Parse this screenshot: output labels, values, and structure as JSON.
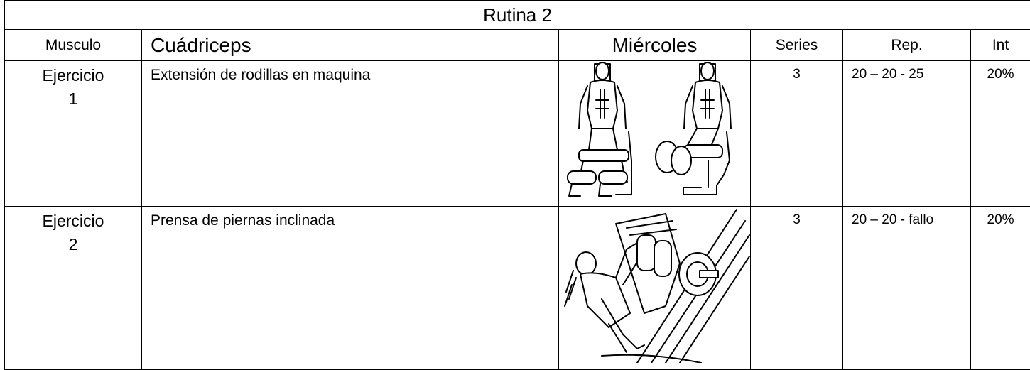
{
  "title": "Rutina  2",
  "header": {
    "muscle_label": "Musculo",
    "muscle_value": "Cuádriceps",
    "day": "Miércoles",
    "series_label": "Series",
    "rep_label": "Rep.",
    "int_label": "Int"
  },
  "exercises": [
    {
      "label_line1": "Ejercicio",
      "label_line2": "1",
      "name": "Extensión de rodillas en maquina",
      "image_icon": "leg-extension-illustration",
      "series": "3",
      "reps": "20 – 20 - 25",
      "intensity": "20%"
    },
    {
      "label_line1": "Ejercicio",
      "label_line2": "2",
      "name": "Prensa de piernas inclinada",
      "image_icon": "leg-press-illustration",
      "series": "3",
      "reps": "20 – 20 - fallo",
      "intensity": "20%"
    }
  ]
}
